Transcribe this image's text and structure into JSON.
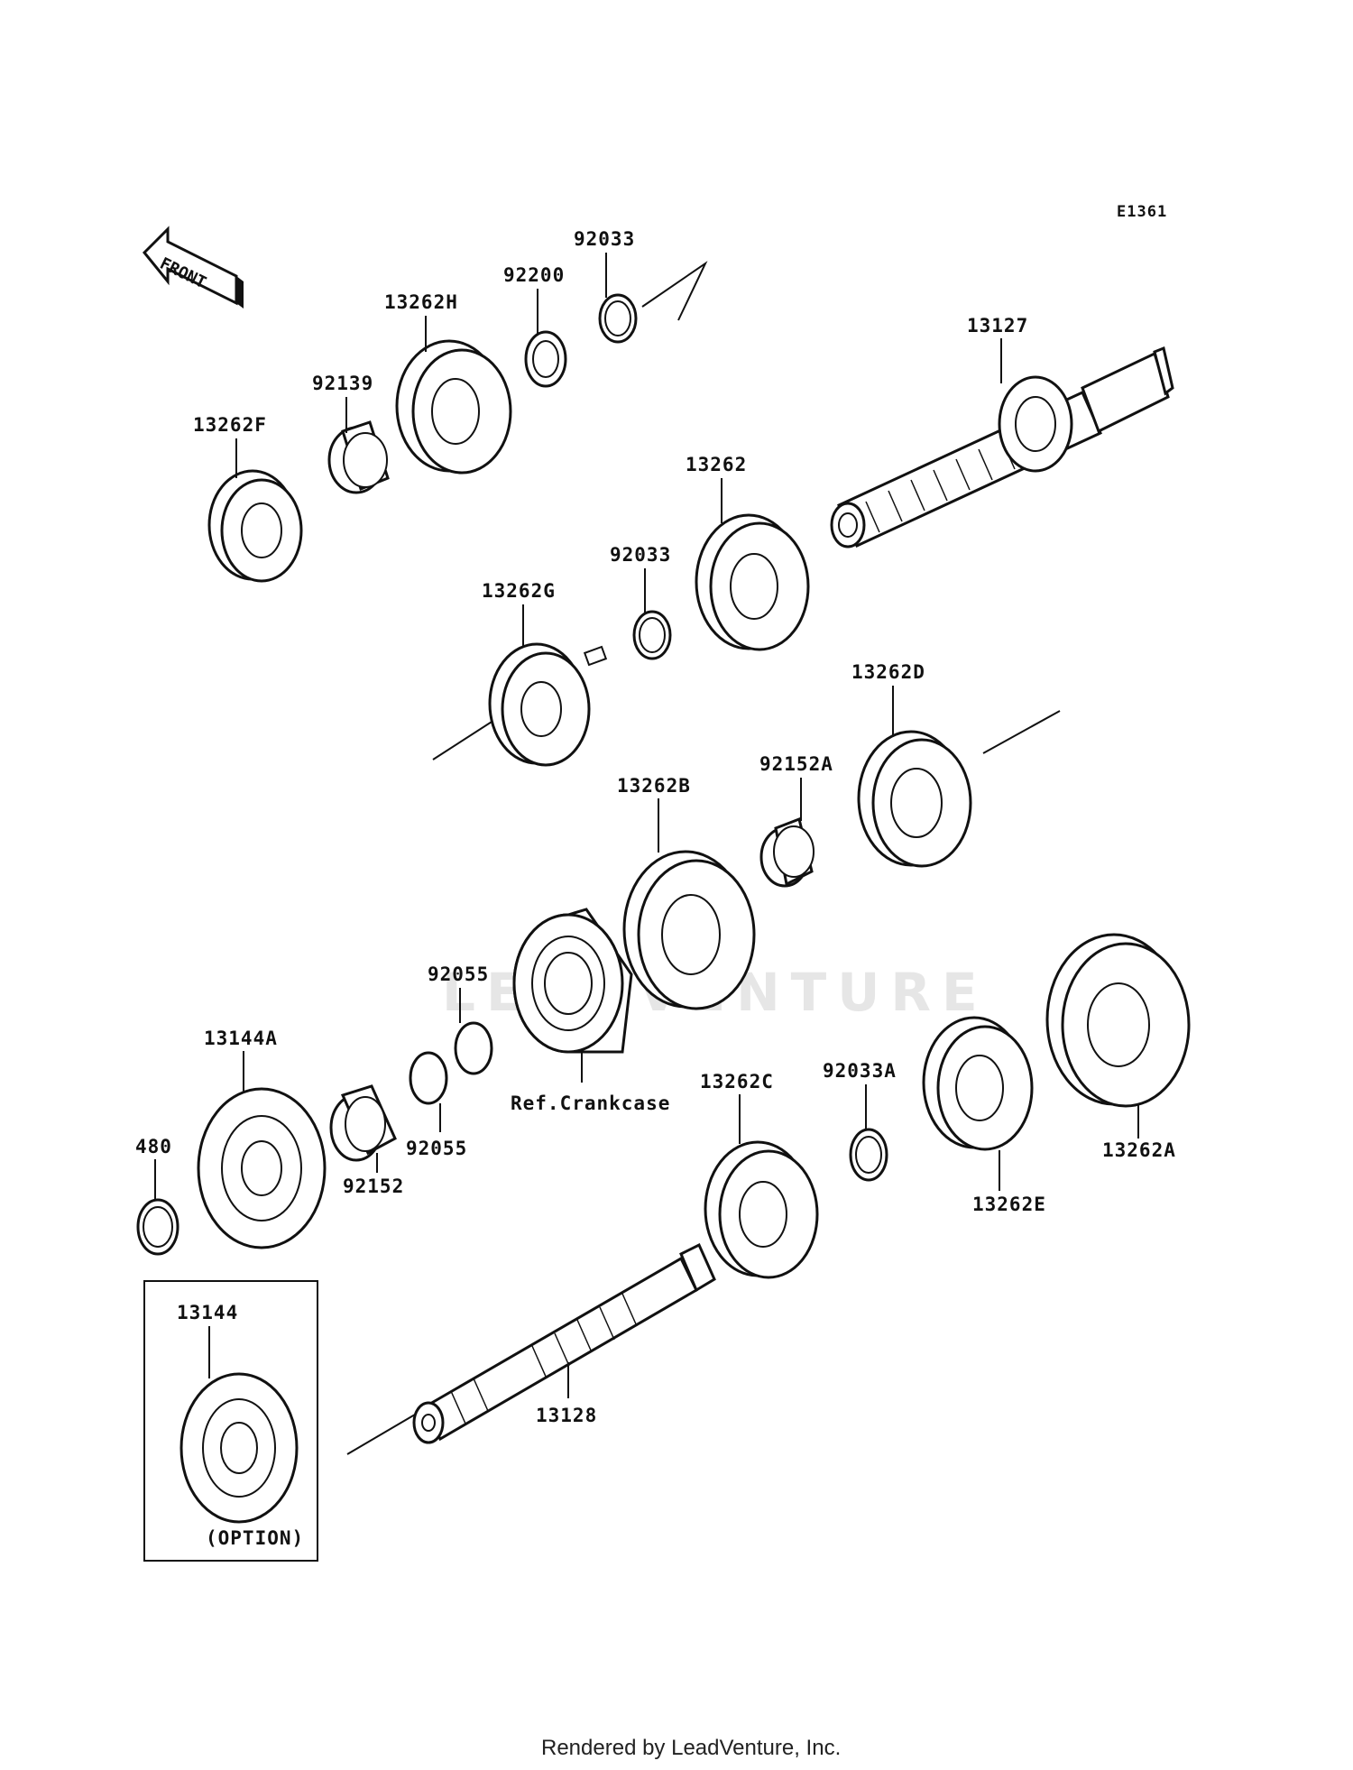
{
  "diagram_code": "E1361",
  "front_label": "FRONT",
  "watermark": "LEADVENTURE",
  "footer": "Rendered by LeadVenture, Inc.",
  "ref_label": "Ref.Crankcase",
  "option_box": {
    "part": "13144",
    "label": "(OPTION)"
  },
  "parts": [
    {
      "id": "p-92033-top",
      "number": "92033"
    },
    {
      "id": "p-92200",
      "number": "92200"
    },
    {
      "id": "p-13262H",
      "number": "13262H"
    },
    {
      "id": "p-92139",
      "number": "92139"
    },
    {
      "id": "p-13262F",
      "number": "13262F"
    },
    {
      "id": "p-13127",
      "number": "13127"
    },
    {
      "id": "p-13262",
      "number": "13262"
    },
    {
      "id": "p-92033-mid",
      "number": "92033"
    },
    {
      "id": "p-13262G",
      "number": "13262G"
    },
    {
      "id": "p-13262D",
      "number": "13262D"
    },
    {
      "id": "p-92152A",
      "number": "92152A"
    },
    {
      "id": "p-13262B",
      "number": "13262B"
    },
    {
      "id": "p-92055-top",
      "number": "92055"
    },
    {
      "id": "p-13144A",
      "number": "13144A"
    },
    {
      "id": "p-480",
      "number": "480"
    },
    {
      "id": "p-92152",
      "number": "92152"
    },
    {
      "id": "p-92055-bot",
      "number": "92055"
    },
    {
      "id": "p-13262C",
      "number": "13262C"
    },
    {
      "id": "p-92033A",
      "number": "92033A"
    },
    {
      "id": "p-13262E",
      "number": "13262E"
    },
    {
      "id": "p-13262A",
      "number": "13262A"
    },
    {
      "id": "p-13128",
      "number": "13128"
    }
  ]
}
